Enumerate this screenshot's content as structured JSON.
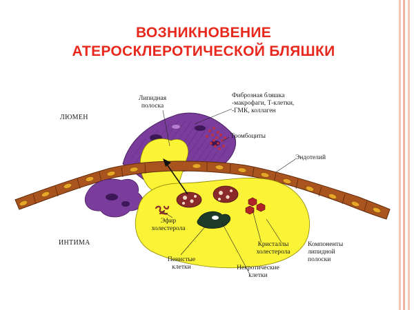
{
  "slide": {
    "title_line1": "ВОЗНИКНОВЕНИЕ",
    "title_line2": "АТЕРОСКЛЕРОТИЧЕСКОЙ БЛЯШКИ"
  },
  "diagram": {
    "lumen_label": "ЛЮМЕН",
    "intima_label": "ИНТИМА",
    "lipid_strip_line1": "Липидная",
    "lipid_strip_line2": "полоска",
    "fibrous_plaque_line1": "Фиброзная бляшка",
    "fibrous_plaque_line2": "-макрофаги, Т-клетки,",
    "fibrous_plaque_line3": "-ГМК, коллаген",
    "platelets_label": "Тромбоциты",
    "endothelium_label": "Эндотелий",
    "cholesterol_ester_line1": "Эфир",
    "cholesterol_ester_line2": "холестерола",
    "foam_cells_line1": "Пенистые",
    "foam_cells_line2": "клетки",
    "crystals_line1": "Кристаллы",
    "crystals_line2": "холестерола",
    "necrotic_line1": "Некротические",
    "necrotic_line2": "клетки",
    "components_line1": "Компоненты",
    "components_line2": "липидной",
    "components_line3": "полоски"
  },
  "colors": {
    "title": "#e8281c",
    "endothelium": "#a9531e",
    "nucleus": "#e8a628",
    "plaque": "#7a3d9c",
    "lipid": "#fbf335",
    "foam_cell": "#8a2a2a",
    "crystal": "#b02428",
    "stripe": "#f3b9a5"
  }
}
